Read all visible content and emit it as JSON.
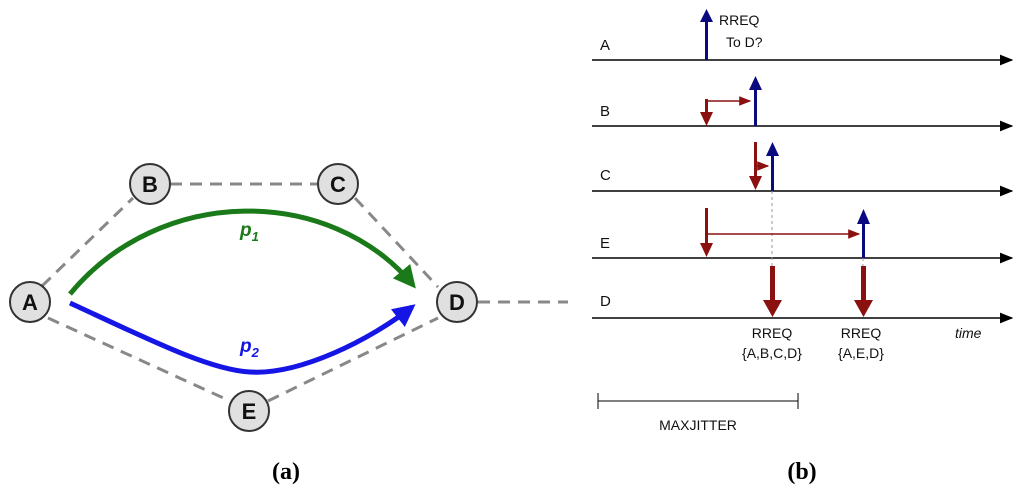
{
  "panel_a": {
    "label": "(a)",
    "nodes": [
      "A",
      "B",
      "C",
      "D",
      "E"
    ],
    "paths": [
      {
        "label": "p",
        "subscript": "1",
        "color": "#1a7a1a",
        "route": [
          "A",
          "B",
          "C",
          "D"
        ]
      },
      {
        "label": "p",
        "subscript": "2",
        "color": "#1515e6",
        "route": [
          "A",
          "E",
          "D"
        ]
      }
    ],
    "link_color": "#888888",
    "node_fill": "#e0e0e0"
  },
  "panel_b": {
    "label": "(b)",
    "rows": [
      "A",
      "B",
      "C",
      "E",
      "D"
    ],
    "rreq_label": "RREQ",
    "rreq_query": "To D?",
    "route1": "{A,B,C,D}",
    "route2": "{A,E,D}",
    "time_label": "time",
    "jitter_label": "MAXJITTER",
    "receive_color": "#8b1010",
    "send_color": "#0a0a80"
  }
}
